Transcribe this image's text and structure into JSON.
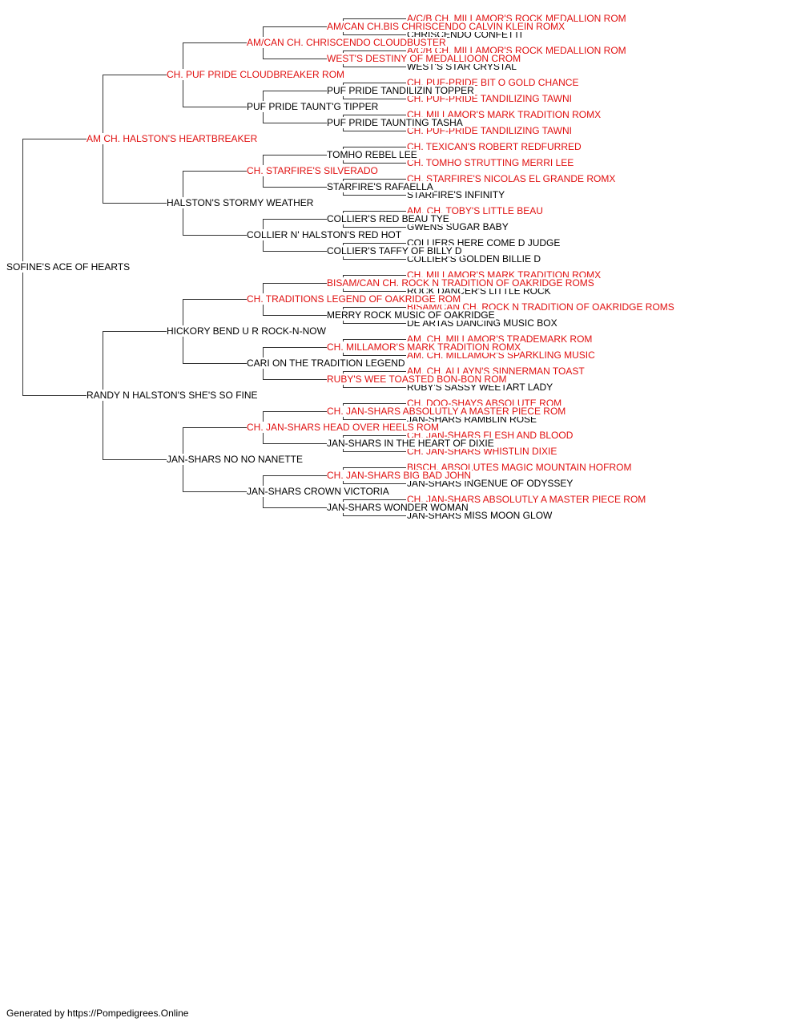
{
  "pedigree": {
    "name": "SOFINE'S ACE OF HEARTS",
    "champion": false,
    "sire": {
      "name": "AM CH. HALSTON'S HEARTBREAKER",
      "champion": true,
      "sire": {
        "name": "CH. PUF PRIDE CLOUDBREAKER ROM",
        "champion": true,
        "sire": {
          "name": "AM/CAN CH. CHRISCENDO CLOUDBUSTER",
          "champion": true,
          "sire": {
            "name": "AM/CAN CH.BIS CHRISCENDO CALVIN KLEIN ROMX",
            "champion": true,
            "sire": {
              "name": "A/C/B CH. MILLAMOR'S ROCK MEDALLION ROM",
              "champion": true
            },
            "dam": {
              "name": "CHRISCENDO CONFETTI",
              "champion": false
            }
          },
          "dam": {
            "name": "WEST'S DESTINY OF MEDALLIOON CROM",
            "champion": true,
            "sire": {
              "name": "A/C/B CH. MILLAMOR'S ROCK MEDALLION ROM",
              "champion": true
            },
            "dam": {
              "name": "WEST'S STAR CRYSTAL",
              "champion": false
            }
          }
        },
        "dam": {
          "name": "PUF PRIDE TAUNT'G TIPPER",
          "champion": false,
          "sire": {
            "name": "PUF PRIDE TANDILIZIN TOPPER",
            "champion": false,
            "sire": {
              "name": "CH. PUF-PRIDE BIT O GOLD CHANCE",
              "champion": true
            },
            "dam": {
              "name": "CH. PUF-PRIDE TANDILIZING TAWNI",
              "champion": true
            }
          },
          "dam": {
            "name": "PUF PRIDE TAUNTING TASHA",
            "champion": false,
            "sire": {
              "name": "CH. MILLAMOR'S MARK TRADITION ROMX",
              "champion": true
            },
            "dam": {
              "name": "CH. PUF-PRIDE TANDILIZING TAWNI",
              "champion": true
            }
          }
        }
      },
      "dam": {
        "name": "HALSTON'S STORMY WEATHER",
        "champion": false,
        "sire": {
          "name": "CH. STARFIRE'S SILVERADO",
          "champion": true,
          "sire": {
            "name": "TOMHO REBEL LEE",
            "champion": false,
            "sire": {
              "name": "CH. TEXICAN'S ROBERT REDFURRED",
              "champion": true
            },
            "dam": {
              "name": "CH. TOMHO STRUTTING MERRI LEE",
              "champion": true
            }
          },
          "dam": {
            "name": "STARFIRE'S RAFAELLA",
            "champion": false,
            "sire": {
              "name": "CH. STARFIRE'S NICOLAS EL GRANDE ROMX",
              "champion": true
            },
            "dam": {
              "name": "STARFIRE'S INFINITY",
              "champion": false
            }
          }
        },
        "dam": {
          "name": "COLLIER N' HALSTON'S RED HOT",
          "champion": false,
          "sire": {
            "name": "COLLIER'S RED BEAU TYE",
            "champion": false,
            "sire": {
              "name": "AM. CH. TOBY'S LITTLE BEAU",
              "champion": true
            },
            "dam": {
              "name": "GWENS SUGAR BABY",
              "champion": false
            }
          },
          "dam": {
            "name": "COLLIER'S TAFFY OF BILLY D",
            "champion": false,
            "sire": {
              "name": "COLLIERS HERE COME D JUDGE",
              "champion": false
            },
            "dam": {
              "name": "COLLIER'S GOLDEN BILLIE D",
              "champion": false
            }
          }
        }
      }
    },
    "dam": {
      "name": "RANDY N HALSTON'S SHE'S SO FINE",
      "champion": false,
      "sire": {
        "name": "HICKORY BEND U R ROCK-N-NOW",
        "champion": false,
        "sire": {
          "name": "CH. TRADITIONS LEGEND OF OAKRIDGE ROM",
          "champion": true,
          "sire": {
            "name": "BISAM/CAN CH. ROCK N TRADITION OF OAKRIDGE ROMS",
            "champion": true,
            "sire": {
              "name": "CH. MILLAMOR'S MARK TRADITION ROMX",
              "champion": true
            },
            "dam": {
              "name": "ROCK DANCER'S LITTLE ROCK",
              "champion": false
            }
          },
          "dam": {
            "name": "MERRY ROCK MUSIC OF OAKRIDGE",
            "champion": false,
            "sire": {
              "name": "BISAM/CAN CH. ROCK N TRADITION OF OAKRIDGE ROMS",
              "champion": true
            },
            "dam": {
              "name": "DE ARTAS DANCING MUSIC BOX",
              "champion": false
            }
          }
        },
        "dam": {
          "name": "CARI ON THE TRADITION LEGEND",
          "champion": false,
          "sire": {
            "name": "CH. MILLAMOR'S MARK TRADITION ROMX",
            "champion": true,
            "sire": {
              "name": "AM. CH. MILLAMOR'S TRADEMARK ROM",
              "champion": true
            },
            "dam": {
              "name": "AM. CH. MILLAMOR'S SPARKLING MUSIC",
              "champion": true
            }
          },
          "dam": {
            "name": "RUBY'S WEE TOASTED BON-BON ROM",
            "champion": true,
            "sire": {
              "name": "AM. CH. ALLAYN'S SINNERMAN TOAST",
              "champion": true
            },
            "dam": {
              "name": "RUBY'S SASSY WEETART LADY",
              "champion": false
            }
          }
        }
      },
      "dam": {
        "name": "JAN-SHARS NO NO NANETTE",
        "champion": false,
        "sire": {
          "name": "CH. JAN-SHARS HEAD OVER HEELS ROM",
          "champion": true,
          "sire": {
            "name": "CH. JAN-SHARS ABSOLUTLY A MASTER PIECE ROM",
            "champion": true,
            "sire": {
              "name": "CH. DOO-SHAYS ABSOLUTE ROM",
              "champion": true
            },
            "dam": {
              "name": "JAN-SHARS RAMBLIN ROSE",
              "champion": false
            }
          },
          "dam": {
            "name": "JAN-SHARS IN THE HEART OF DIXIE",
            "champion": false,
            "sire": {
              "name": "CH. JAN-SHARS FLESH AND BLOOD",
              "champion": true
            },
            "dam": {
              "name": "CH. JAN-SHARS WHISTLIN DIXIE",
              "champion": true
            }
          }
        },
        "dam": {
          "name": "JAN-SHARS CROWN VICTORIA",
          "champion": false,
          "sire": {
            "name": "CH. JAN-SHARS BIG BAD JOHN",
            "champion": true,
            "sire": {
              "name": "BISCH. ABSOLUTES MAGIC MOUNTAIN HOFROM",
              "champion": true
            },
            "dam": {
              "name": "JAN-SHARS INGENUE OF ODYSSEY",
              "champion": false
            }
          },
          "dam": {
            "name": "JAN-SHARS WONDER WOMAN",
            "champion": false,
            "sire": {
              "name": "CH. JAN-SHARS ABSOLUTLY A MASTER PIECE ROM",
              "champion": true
            },
            "dam": {
              "name": "JAN-SHARS MISS MOON GLOW",
              "champion": false
            }
          }
        }
      }
    }
  },
  "colors": {
    "champion": "#e01010",
    "regular": "#000000",
    "line": "#333333"
  },
  "footer": {
    "text": "Generated by https://Pompedigrees.Online"
  }
}
